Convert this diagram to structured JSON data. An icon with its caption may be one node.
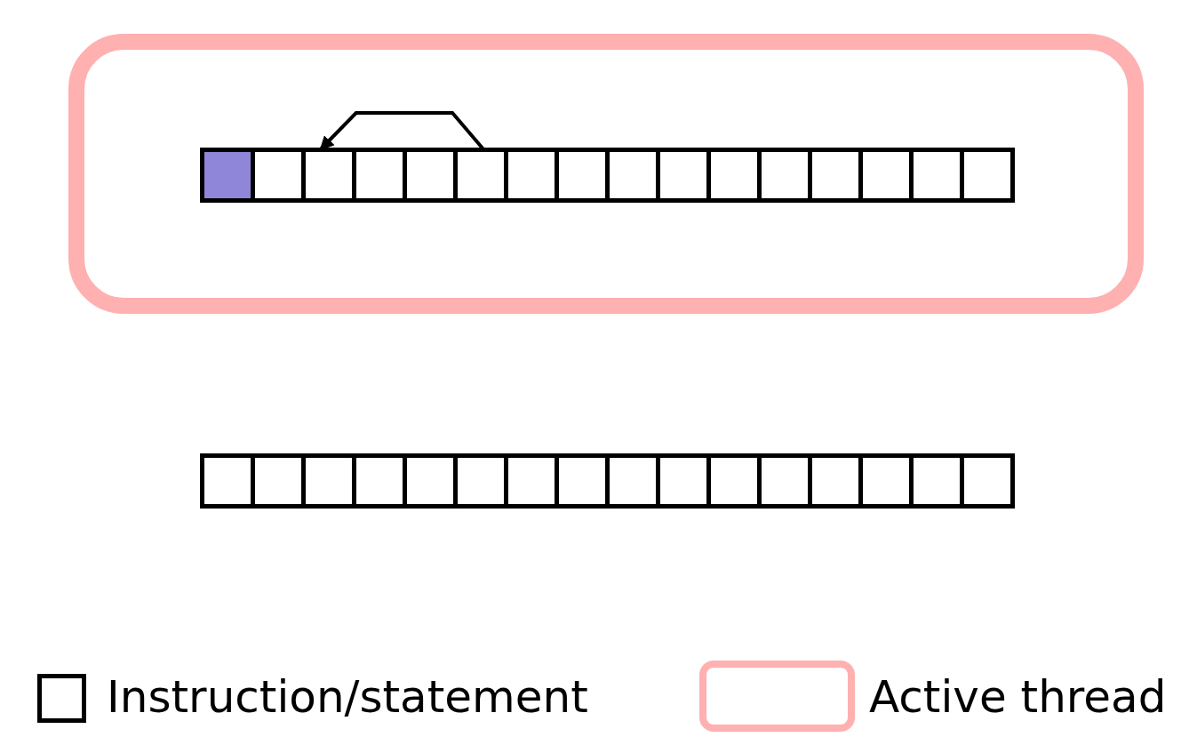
{
  "diagram": {
    "nodes": [
      {
        "text": [],
        "shape": "box"
      },
      {
        "text": [],
        "shape": "box",
        "in": 0
      },
      {
        "text": [],
        "shape": "box",
        "in": 0
      },
      {
        "text": [],
        "shape": "box",
        "in": 0
      },
      {
        "text": [],
        "shape": "box",
        "in": 0
      },
      {
        "text": [],
        "shape": "box",
        "in": 0
      },
      {
        "text": [],
        "shape": "box",
        "in": 0
      },
      {
        "text": [],
        "shape": "box",
        "in": 0
      },
      {
        "text": [],
        "shape": "box",
        "in": 0
      },
      {
        "text": [],
        "shape": "box",
        "in": 0
      },
      {
        "text": [],
        "shape": "box",
        "in": 0
      },
      {
        "text": [],
        "shape": "box",
        "in": 0
      },
      {
        "text": [],
        "shape": "box",
        "in": 0
      },
      {
        "text": [],
        "shape": "box",
        "in": 0
      },
      {
        "text": [],
        "shape": "box",
        "in": 0
      },
      {
        "text": [],
        "shape": "box",
        "in": 0
      },
      {
        "text": [],
        "shape": "box",
        "in": 0
      },
      {
        "text": [],
        "shape": "box"
      },
      {
        "text": [],
        "shape": "box"
      },
      {
        "text": [],
        "shape": "box"
      },
      {
        "text": [],
        "shape": "box"
      },
      {
        "text": [],
        "shape": "box"
      },
      {
        "text": [],
        "shape": "box"
      },
      {
        "text": [],
        "shape": "box"
      },
      {
        "text": [],
        "shape": "box"
      },
      {
        "text": [],
        "shape": "box"
      },
      {
        "text": [],
        "shape": "box"
      },
      {
        "text": [],
        "shape": "box"
      },
      {
        "text": [],
        "shape": "box"
      },
      {
        "text": [],
        "shape": "box"
      },
      {
        "text": [],
        "shape": "box"
      },
      {
        "text": [],
        "shape": "box"
      },
      {
        "text": [],
        "shape": "box"
      }
    ],
    "edges": [
      {
        "from": 6,
        "to": 3,
        "arrow": "to"
      }
    ],
    "legend": [
      {
        "text": "Instruction/statement"
      },
      {
        "text": "Active thread"
      }
    ]
  }
}
